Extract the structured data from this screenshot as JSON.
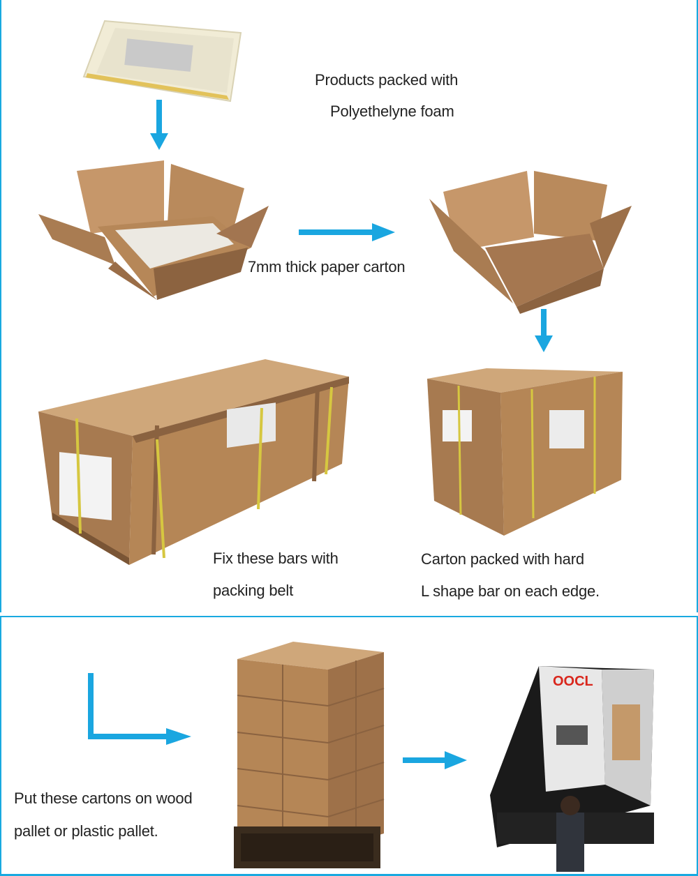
{
  "captions": {
    "foam_line1": "Products packed with",
    "foam_line2": "Polyethelyne foam",
    "carton": "7mm thick paper carton",
    "bars_line1": "Fix these bars with",
    "bars_line2": "packing belt",
    "edge_line1": "Carton packed with hard",
    "edge_line2": "L shape bar on each edge.",
    "pallet_line1": "Put these cartons on wood",
    "pallet_line2": "pallet or plastic pallet."
  },
  "container_brand": "OOCL",
  "colors": {
    "arrow": "#1aa6e0",
    "border": "#19a9e0",
    "cardboard": "#b8875a",
    "brand_red": "#d9261c"
  }
}
